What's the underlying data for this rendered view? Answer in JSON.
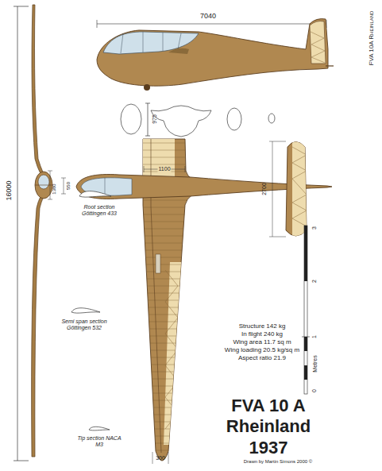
{
  "diagram": {
    "title": "FVA 10 A Rheinland 1937",
    "labels": [
      "7040",
      "FVA 10A Rheinland",
      "975",
      "16000",
      "1380",
      "550",
      "1100",
      "2700",
      "Root section Göttingen 433",
      "Semi span section Göttingen 532",
      "Tip section NACA M3",
      "Structure 142 kg",
      "In flight 240 kg",
      "Wing area 11.7 sq m",
      "Wing loading 20.5 kg/sq m",
      "Aspect ratio 21.9",
      "3",
      "2",
      "1",
      "0",
      "Metres",
      "300",
      "Drawn by Martin Simons 2000 ©"
    ]
  }
}
